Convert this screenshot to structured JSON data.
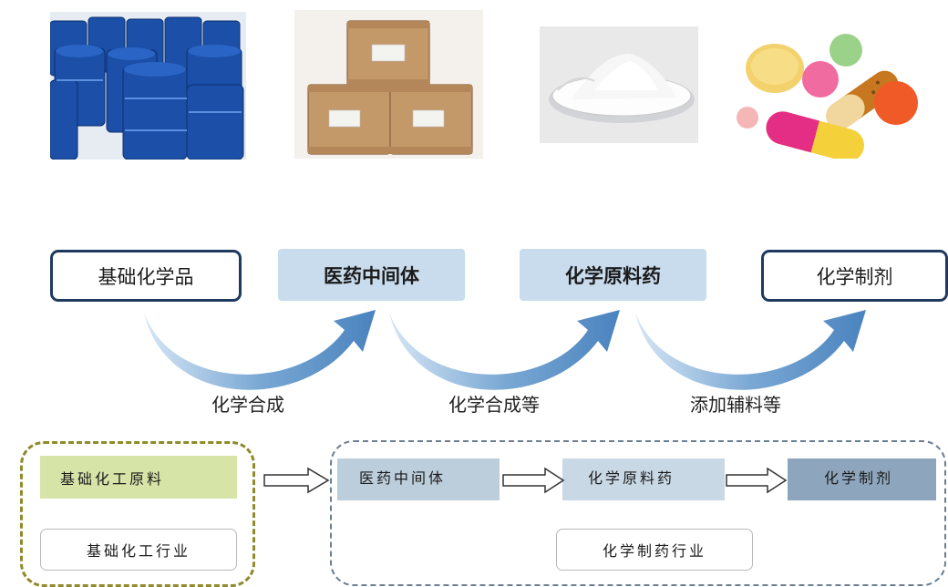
{
  "photos": [
    {
      "name": "chemical-drums-photo"
    },
    {
      "name": "fiber-drums-photo"
    },
    {
      "name": "white-powder-photo"
    },
    {
      "name": "capsules-pills-photo"
    }
  ],
  "flow": {
    "boxes": [
      "基础化学品",
      "医药中间体",
      "化学原料药",
      "化学制剂"
    ],
    "arrow_labels": [
      "化学合成",
      "化学合成等",
      "添加辅料等"
    ]
  },
  "bottom": {
    "base_materials": "基础化工原料",
    "base_industry": "基础化工行业",
    "stages": [
      "医药中间体",
      "化学原料药",
      "化学制剂"
    ],
    "pharma_industry": "化学制药行业"
  },
  "colors": {
    "outline_navy": "#1f3a5f",
    "light_blue_fill": "#c9dcee",
    "arrow_blue": "#6f9bc9",
    "olive_fill": "#d6e4a8",
    "stage1_fill": "#bccddb",
    "stage3_fill": "#8ea6bd"
  }
}
